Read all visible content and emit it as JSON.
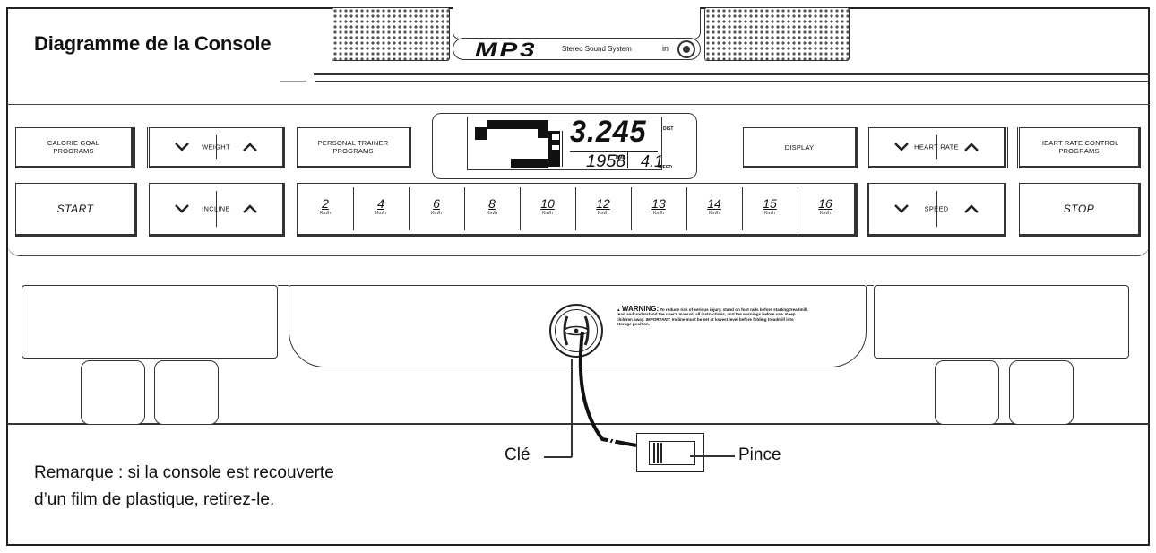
{
  "title": "Diagramme de la Console",
  "mp3": {
    "brand": "MP3",
    "subtitle": "Stereo Sound System",
    "jack_label": "in"
  },
  "buttons": {
    "calorie_goal": "CALORIE GOAL PROGRAMS",
    "weight": "WEIGHT",
    "personal_trainer": "PERSONAL TRAINER PROGRAMS",
    "display": "DISPLAY",
    "heart_rate": "HEART RATE",
    "heart_rate_control": "HEART RATE CONTROL PROGRAMS",
    "start": "START",
    "incline": "INCLINE",
    "speed": "SPEED",
    "stop": "STOP"
  },
  "speed_keys": {
    "values": [
      "2",
      "4",
      "6",
      "8",
      "10",
      "12",
      "13",
      "14",
      "15",
      "16"
    ],
    "unit": "Km/h"
  },
  "lcd": {
    "distance": "3.245",
    "distance_label": "DIST",
    "time": "1958",
    "time_label": "TIME",
    "speed": "4.1",
    "speed_label": "SPEED"
  },
  "warning": {
    "heading": "WARNING:",
    "body": "To reduce risk of serious injury, stand on foot rails before starting treadmill, read and understand the user's manual, all instructions, and the warnings before use. Keep children away. IMPORTANT: Incline must be set at lowest level before folding treadmill into storage position."
  },
  "callouts": {
    "key": "Clé",
    "clip": "Pince"
  },
  "note": {
    "line1": "Remarque : si la console est recouverte",
    "line2": "d’un film de plastique, retirez-le."
  }
}
